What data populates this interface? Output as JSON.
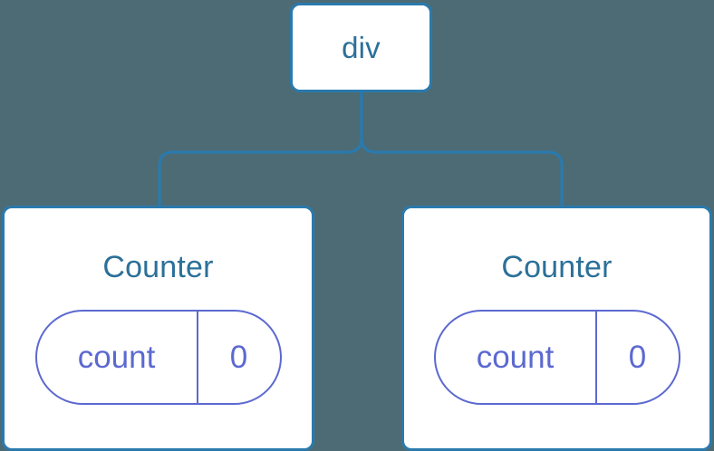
{
  "diagram": {
    "type": "component-tree",
    "background_color": "#4d6b74",
    "node_border_color": "#2a7aad",
    "node_fill_color": "#ffffff",
    "title_color": "#2b7099",
    "pill_color": "#5c69d0",
    "connector_color": "#2a7aad"
  },
  "root": {
    "label": "div"
  },
  "children": [
    {
      "label": "Counter",
      "state": {
        "key": "count",
        "value": "0"
      }
    },
    {
      "label": "Counter",
      "state": {
        "key": "count",
        "value": "0"
      }
    }
  ]
}
